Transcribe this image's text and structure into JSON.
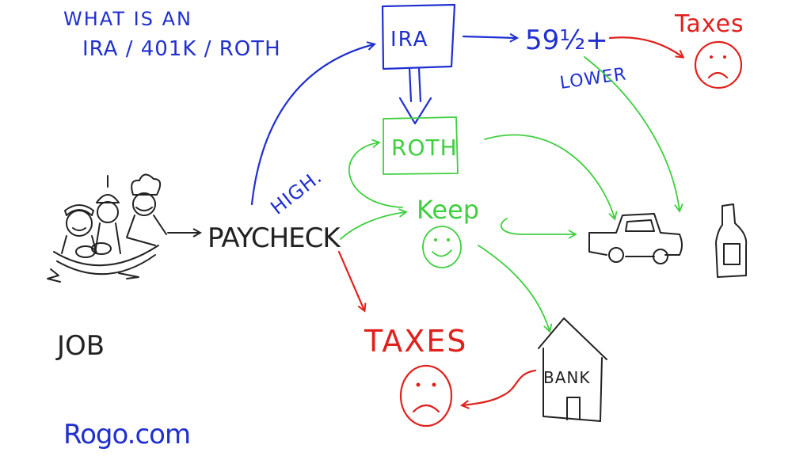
{
  "title_line1": "WHAT IS AN",
  "title_line2": "IRA / 401K / ROTH",
  "nodes": {
    "ira": "IRA",
    "age": "59½+",
    "taxes_top": "Taxes",
    "roth": "ROTH",
    "lower": "LOWER",
    "high": "HIGH.",
    "keep": "Keep",
    "paycheck": "PAYCHECK",
    "job": "JOB",
    "taxes_bottom": "TAXES",
    "bank": "BANK"
  },
  "footer": "Rogo.com",
  "colors": {
    "blue": "#1f2fd0",
    "red": "#e0201c",
    "green": "#3fcf3f",
    "black": "#222222"
  }
}
